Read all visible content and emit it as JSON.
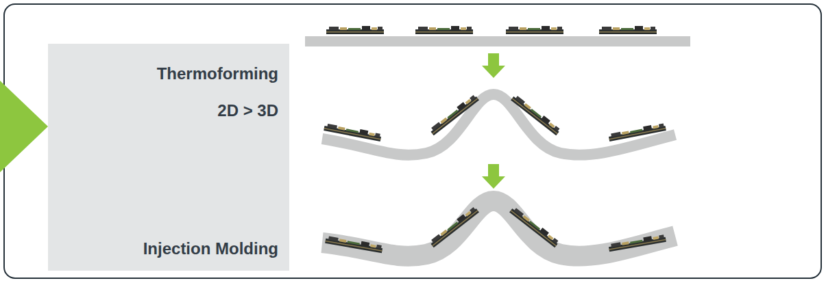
{
  "diagram": {
    "nodes": [
      {
        "text": [
          "Thermoforming",
          "2D > 3D",
          "Injection Molding"
        ]
      }
    ]
  }
}
